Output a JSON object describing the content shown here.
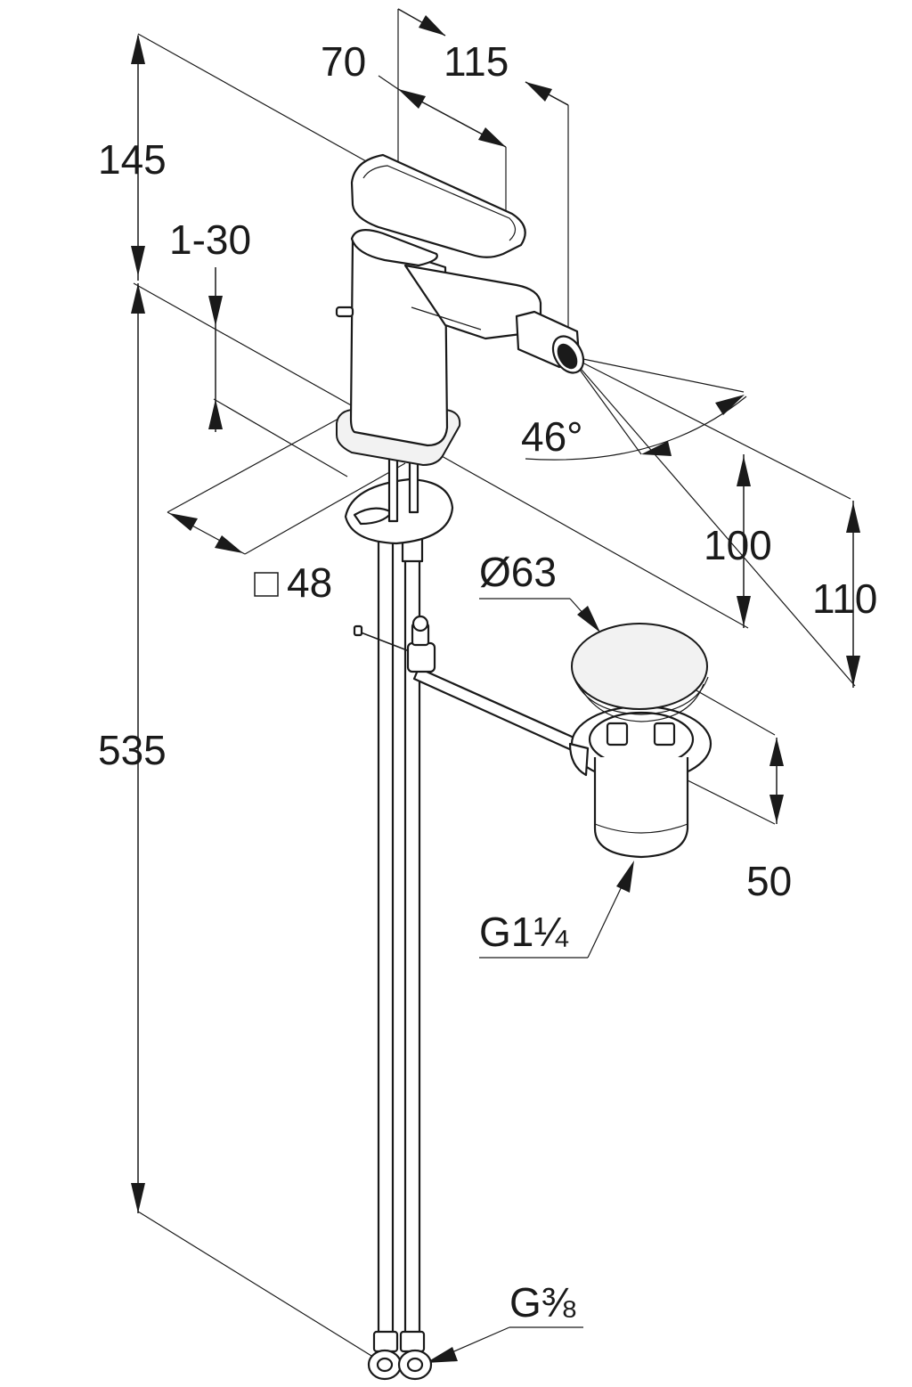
{
  "dimensions": {
    "top_depth": "70",
    "projection": "115",
    "head_height": "145",
    "counter_thickness": "1-30",
    "base_square": "48",
    "overall_height": "535",
    "spray_angle": "46°",
    "spout_height": "100",
    "spray_reach": "110",
    "waste_diameter": "Ø63",
    "waste_height": "50",
    "waste_thread": "G1¼",
    "supply_thread": "G⅜"
  },
  "colors": {
    "line": "#1a1a1a",
    "background": "#ffffff"
  },
  "icons": {
    "base_square": "square-outline-icon"
  }
}
